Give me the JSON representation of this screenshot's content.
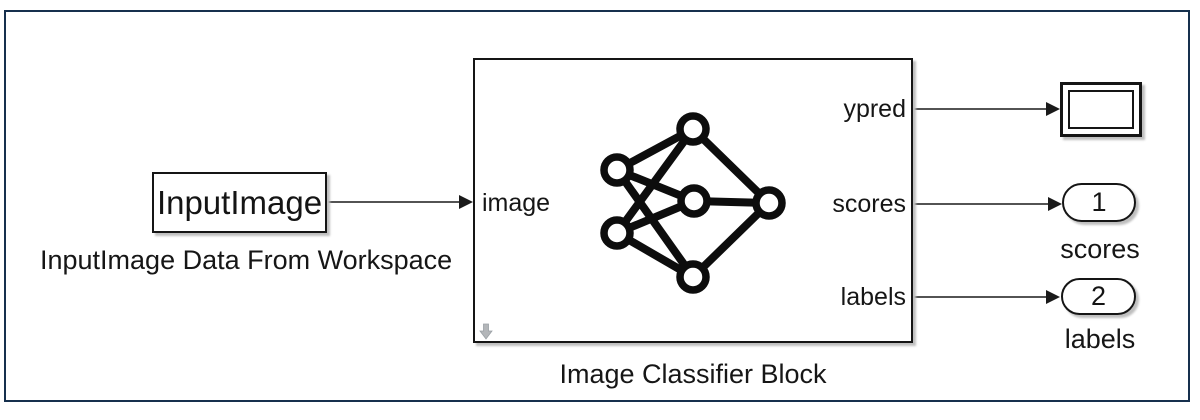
{
  "app": {
    "type": "simulink-model-canvas"
  },
  "blocks": {
    "from_workspace": {
      "title": "InputImage",
      "caption": "InputImage Data From Workspace"
    },
    "classifier": {
      "caption": "Image Classifier Block",
      "icon": "neural-network-icon",
      "input_ports": [
        {
          "label": "image"
        }
      ],
      "output_ports": [
        {
          "label": "ypred"
        },
        {
          "label": "scores"
        },
        {
          "label": "labels"
        }
      ]
    },
    "display": {
      "icon": "video-display-icon"
    },
    "outports": [
      {
        "number": "1",
        "caption": "scores"
      },
      {
        "number": "2",
        "caption": "labels"
      }
    ]
  },
  "colors": {
    "canvas_border": "#16304d",
    "block_stroke": "#151515",
    "wire": "#1a1a1a",
    "shadow": "#bfbfbf",
    "hint_arrow": "#b3b6b9",
    "background": "#ffffff"
  }
}
